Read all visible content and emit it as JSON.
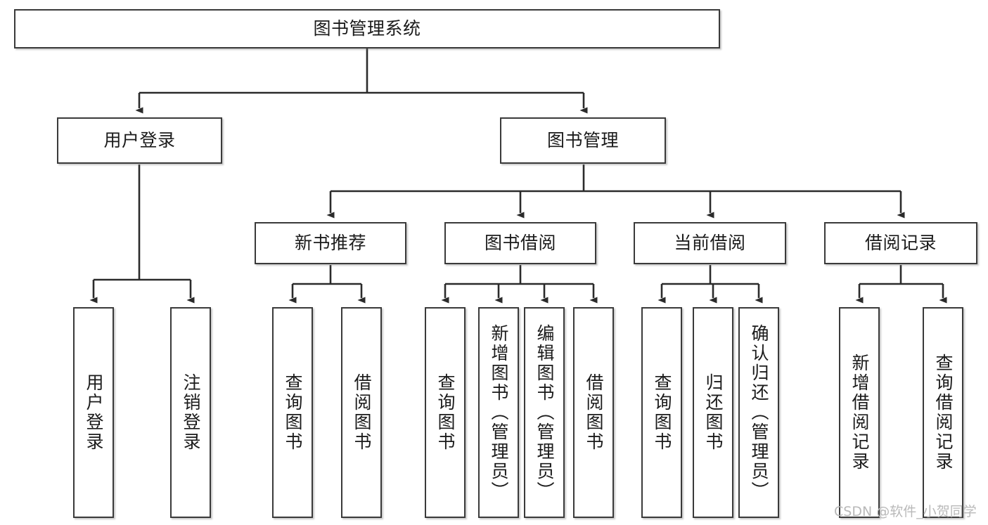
{
  "diagram": {
    "title": "图书管理系统",
    "watermark": "CSDN @软件_小贺同学",
    "colors": {
      "box_border": "#3a3a3a",
      "box_fill": "#ffffff",
      "edge": "#2b2b2b",
      "text": "#1b1b1b",
      "watermark": "#b9b9b9",
      "background": "#ffffff"
    },
    "root": {
      "label": "图书管理系统"
    },
    "level2": [
      {
        "label": "用户登录"
      },
      {
        "label": "图书管理"
      }
    ],
    "level3": [
      {
        "label": "新书推荐"
      },
      {
        "label": "图书借阅"
      },
      {
        "label": "当前借阅"
      },
      {
        "label": "借阅记录"
      }
    ],
    "leaves": [
      {
        "label": "用户登录",
        "parent": "用户登录"
      },
      {
        "label": "注销登录",
        "parent": "用户登录"
      },
      {
        "label": "查询图书",
        "parent": "新书推荐"
      },
      {
        "label": "借阅图书",
        "parent": "新书推荐"
      },
      {
        "label": "查询图书",
        "parent": "图书借阅"
      },
      {
        "label": "新增图书（管理员）",
        "parent": "图书借阅"
      },
      {
        "label": "编辑图书（管理员）",
        "parent": "图书借阅"
      },
      {
        "label": "借阅图书",
        "parent": "图书借阅"
      },
      {
        "label": "查询图书",
        "parent": "当前借阅"
      },
      {
        "label": "归还图书",
        "parent": "当前借阅"
      },
      {
        "label": "确认归还（管理员）",
        "parent": "当前借阅"
      },
      {
        "label": "新增借阅记录",
        "parent": "借阅记录"
      },
      {
        "label": "查询借阅记录",
        "parent": "借阅记录"
      }
    ]
  }
}
